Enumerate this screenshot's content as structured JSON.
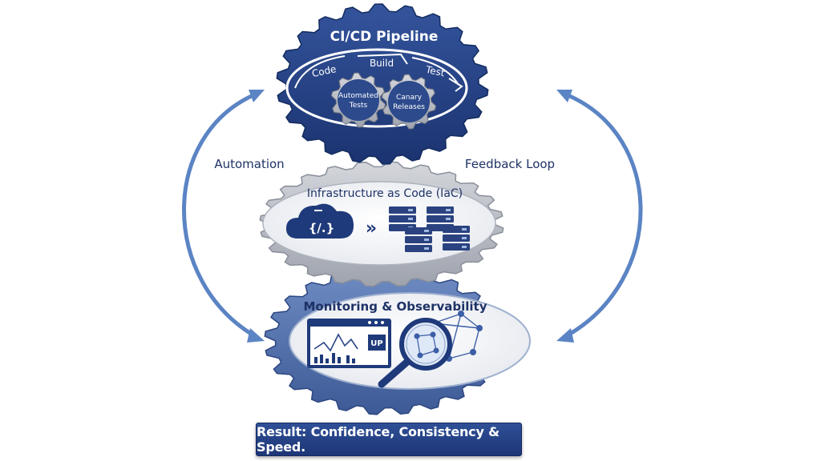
{
  "pipeline": {
    "title": "CI/CD Pipeline",
    "stages": [
      "Code",
      "Build",
      "Test"
    ],
    "inner_gears": [
      "Automated Tests",
      "Canary Releases"
    ]
  },
  "iac": {
    "title": "Infrastructure as Code (IaC)",
    "code_symbol": "{/.}",
    "arrow": "»",
    "icons": [
      "cloud-code-icon",
      "server-rack-icon"
    ]
  },
  "monitoring": {
    "title": "Monitoring & Observability",
    "status": "UP",
    "icons": [
      "dashboard-chart-icon",
      "magnifier-network-icon"
    ]
  },
  "side_labels": {
    "left": "Automation",
    "right": "Feedback Loop"
  },
  "result": "Result: Confidence, Consistency & Speed.",
  "colors": {
    "navy": "#1f3a7a",
    "navy_dark": "#17306a",
    "steel_blue": "#5b84c4",
    "gray_gear": "#b9bcc4",
    "text_dark": "#1e3266"
  }
}
